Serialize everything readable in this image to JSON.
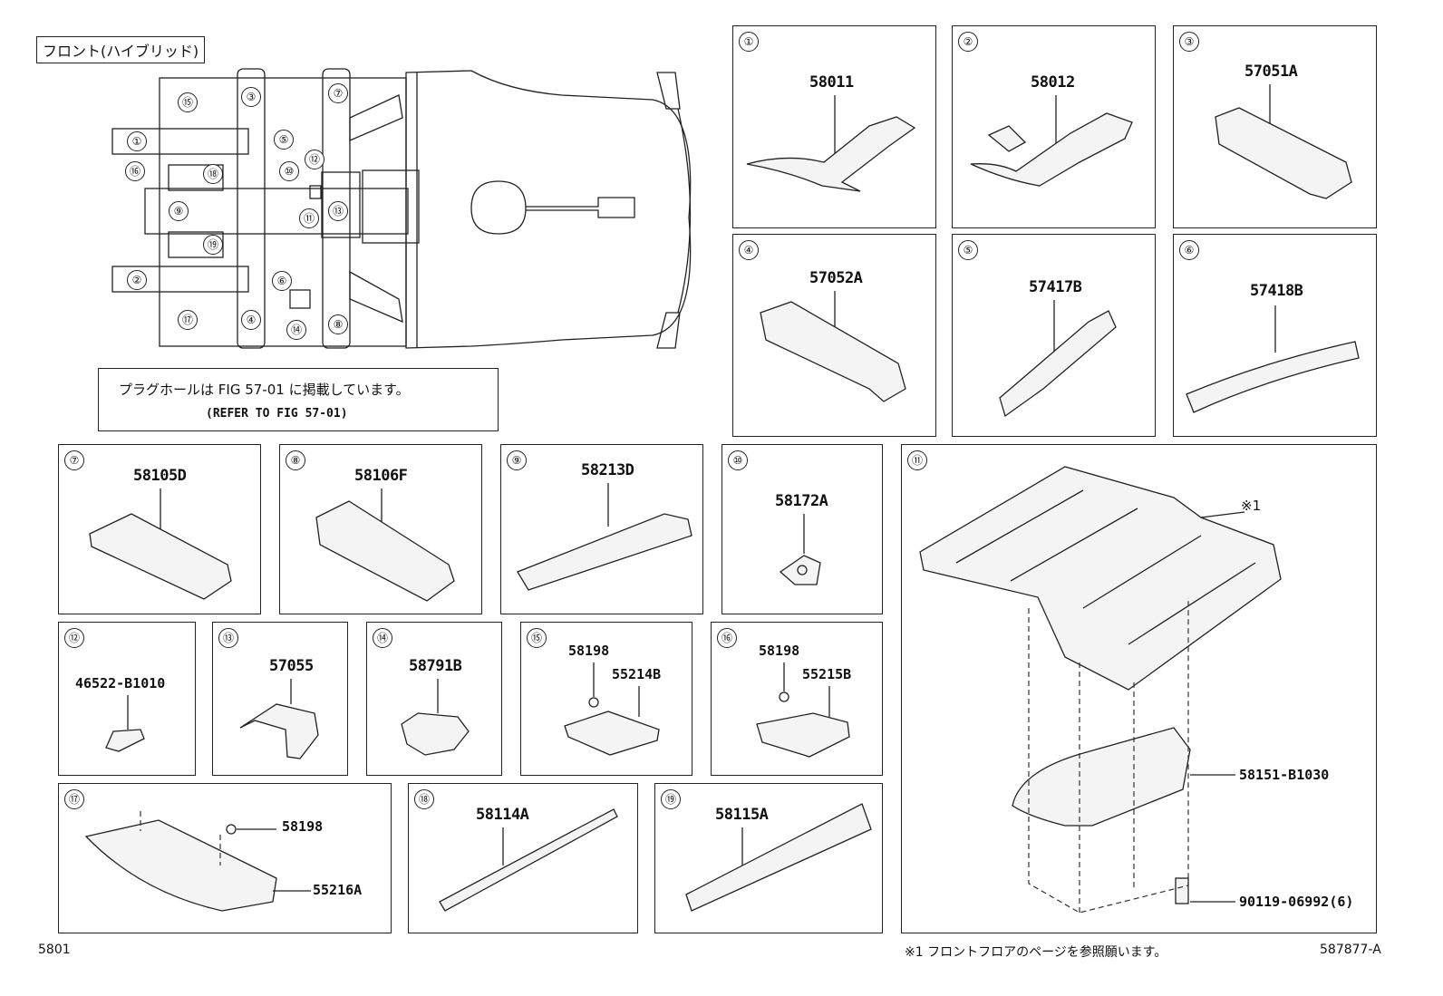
{
  "overview": {
    "title": "フロント(ハイブリッド)",
    "note_jp": "プラグホールは FIG 57-01 に掲載しています。",
    "note_en": "(REFER TO FIG 57-01)",
    "callouts": [
      "①",
      "②",
      "③",
      "④",
      "⑤",
      "⑥",
      "⑦",
      "⑧",
      "⑨",
      "⑩",
      "⑪",
      "⑫",
      "⑬",
      "⑭",
      "⑮",
      "⑯",
      "⑰",
      "⑱",
      "⑲"
    ]
  },
  "panels": [
    {
      "num": "①",
      "parts": [
        "58011"
      ]
    },
    {
      "num": "②",
      "parts": [
        "58012"
      ]
    },
    {
      "num": "③",
      "parts": [
        "57051A"
      ]
    },
    {
      "num": "④",
      "parts": [
        "57052A"
      ]
    },
    {
      "num": "⑤",
      "parts": [
        "57417B"
      ]
    },
    {
      "num": "⑥",
      "parts": [
        "57418B"
      ]
    },
    {
      "num": "⑦",
      "parts": [
        "58105D"
      ]
    },
    {
      "num": "⑧",
      "parts": [
        "58106F"
      ]
    },
    {
      "num": "⑨",
      "parts": [
        "58213D"
      ]
    },
    {
      "num": "⑩",
      "parts": [
        "58172A"
      ]
    },
    {
      "num": "⑪",
      "parts": [
        "※1",
        "58151-B1030",
        "90119-06992(6)"
      ]
    },
    {
      "num": "⑫",
      "parts": [
        "46522-B1010"
      ]
    },
    {
      "num": "⑬",
      "parts": [
        "57055"
      ]
    },
    {
      "num": "⑭",
      "parts": [
        "58791B"
      ]
    },
    {
      "num": "⑮",
      "parts": [
        "58198",
        "55214B"
      ]
    },
    {
      "num": "⑯",
      "parts": [
        "58198",
        "55215B"
      ]
    },
    {
      "num": "⑰",
      "parts": [
        "58198",
        "55216A"
      ]
    },
    {
      "num": "⑱",
      "parts": [
        "58114A"
      ]
    },
    {
      "num": "⑲",
      "parts": [
        "58115A"
      ]
    }
  ],
  "footer": {
    "left_code": "5801",
    "footnote": "※1 フロントフロアのページを参照願います。",
    "right_code": "587877-A"
  }
}
